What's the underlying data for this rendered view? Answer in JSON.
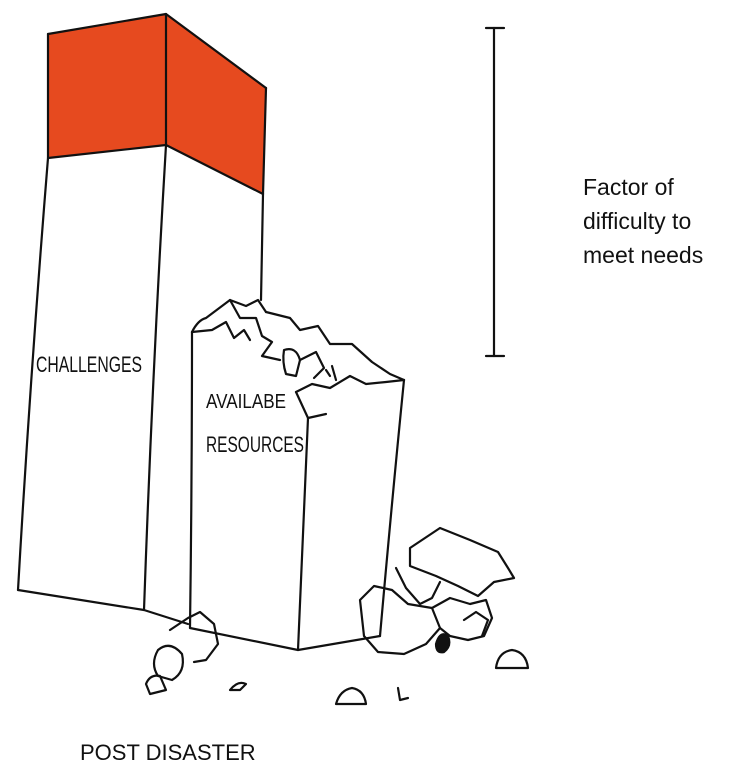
{
  "figure": {
    "tall_block_label": "CHALLENGES",
    "short_block_label_line1": "AVAILABE",
    "short_block_label_line2": "RESOURCES",
    "scale_label_lines": [
      "Factor of",
      "difficulty to",
      "meet needs"
    ],
    "caption": "POST DISASTER"
  },
  "colors": {
    "accent": "#E64A1F",
    "ink": "#111111",
    "paper": "#ffffff"
  }
}
